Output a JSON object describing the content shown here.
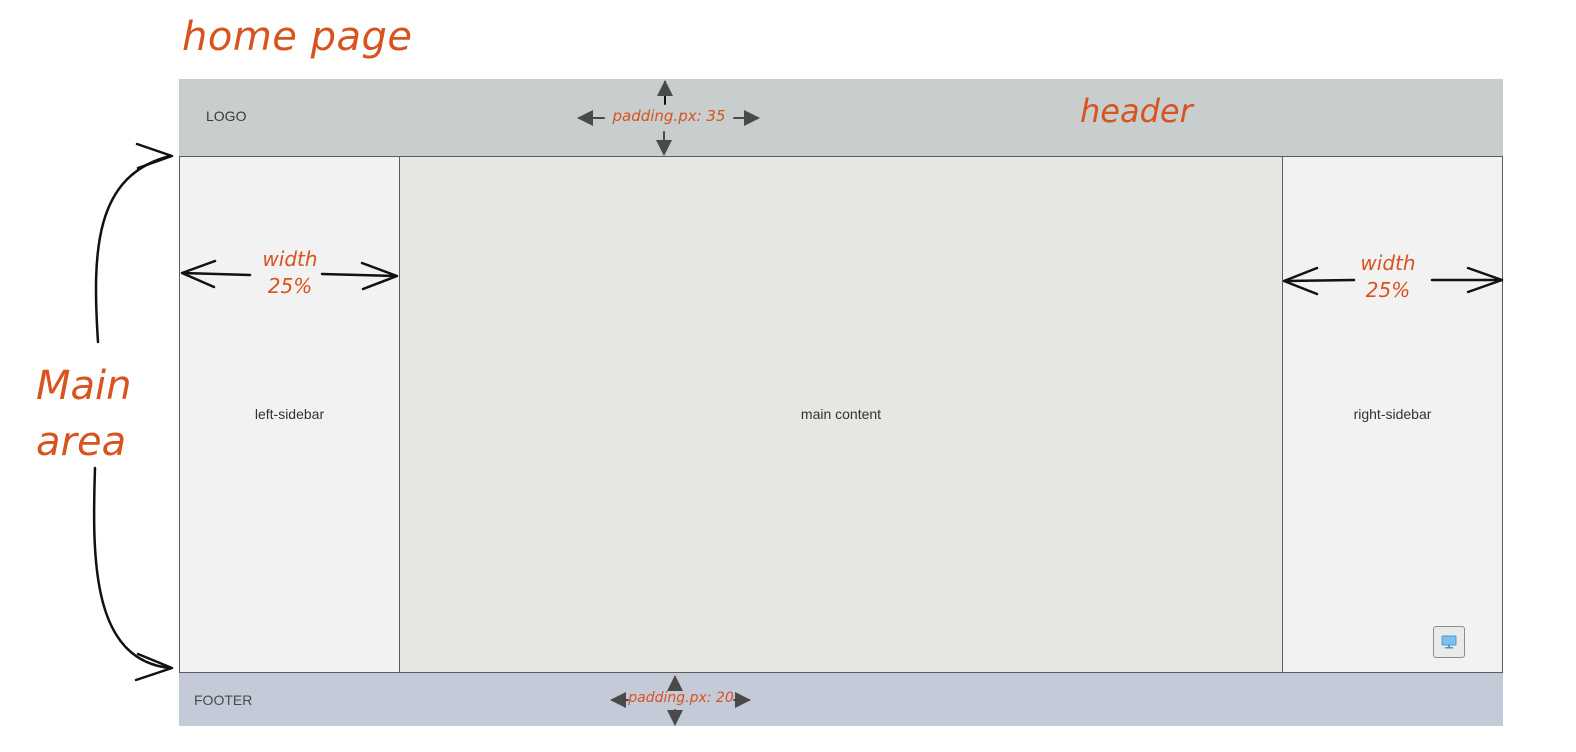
{
  "title": "home page",
  "main_area_label": [
    "Main",
    "area"
  ],
  "header": {
    "logo": "LOGO",
    "label": "header",
    "padding_note": "padding.px: 35"
  },
  "left_sidebar": {
    "label": "left-sidebar",
    "width_note": [
      "width",
      "25%"
    ]
  },
  "main_content": {
    "label": "main content"
  },
  "right_sidebar": {
    "label": "right-sidebar",
    "width_note": [
      "width",
      "25%"
    ],
    "widget_icon": "monitor-icon"
  },
  "footer": {
    "label": "FOOTER",
    "padding_note": "padding.px: 20"
  },
  "colors": {
    "annotation": "#d9531e",
    "header_bg": "#c8cecd",
    "sidebar_bg": "#f2f2f2",
    "main_bg": "#e6e6e2",
    "footer_bg": "#c5cad8"
  }
}
